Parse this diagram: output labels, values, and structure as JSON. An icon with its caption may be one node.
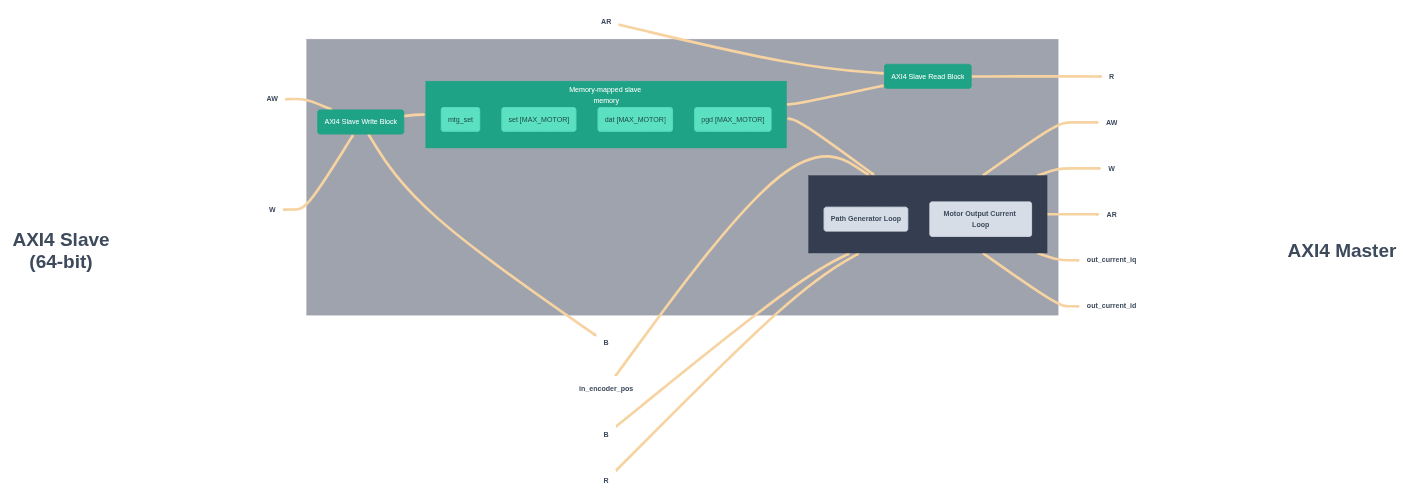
{
  "diagram": {
    "nodes": [
      {
        "text": [],
        "shape": "box"
      },
      {
        "text": [
          "AXI4 Slave Write Block"
        ],
        "in": 0
      },
      {
        "text": [
          "AXI4 Slave Read Block"
        ],
        "in": 0
      },
      {
        "text": [
          "Memory-mapped slave memory"
        ],
        "in": 0
      },
      {
        "text": [
          "mtg_set"
        ],
        "in": 3
      },
      {
        "text": [
          "set [MAX_MOTOR]"
        ],
        "in": 3
      },
      {
        "text": [
          "dat [MAX_MOTOR]"
        ],
        "in": 3
      },
      {
        "text": [
          "pgd [MAX_MOTOR]"
        ],
        "in": 3
      },
      {
        "text": [],
        "shape": "box",
        "in": 0
      },
      {
        "text": [
          "Path Generator Loop"
        ],
        "in": 8
      },
      {
        "text": [
          "Motor Output Current Loop"
        ],
        "in": 8
      },
      {
        "text": [
          "in_encoder_pos"
        ]
      },
      {
        "text": [
          "AW"
        ]
      },
      {
        "text": [
          "W"
        ]
      },
      {
        "text": [
          "B"
        ]
      },
      {
        "text": [
          "AR"
        ]
      },
      {
        "text": [
          "R"
        ]
      },
      {
        "text": [
          "AW"
        ]
      },
      {
        "text": [
          "W"
        ]
      },
      {
        "text": [
          "B"
        ]
      },
      {
        "text": [
          "AR"
        ]
      },
      {
        "text": [
          "R"
        ]
      },
      {
        "text": [
          "out_current_iq"
        ]
      },
      {
        "text": [
          "out_current_id"
        ]
      }
    ],
    "edges": [
      {
        "from": 12,
        "to": 1,
        "arrow": "to"
      },
      {
        "from": 13,
        "to": 1,
        "arrow": "to"
      },
      {
        "from": 1,
        "to": 14,
        "arrow": "to"
      },
      {
        "from": 15,
        "to": 2,
        "arrow": "to"
      },
      {
        "from": 2,
        "to": 16,
        "arrow": "to"
      },
      {
        "from": 1,
        "to": 3,
        "arrow": "to"
      },
      {
        "from": 3,
        "to": 2,
        "arrow": "to"
      },
      {
        "from": 3,
        "to": 8,
        "arrow": "both"
      },
      {
        "from": 11,
        "to": 8,
        "arrow": "to"
      },
      {
        "from": 8,
        "to": 17,
        "arrow": "to"
      },
      {
        "from": 8,
        "to": 18,
        "arrow": "to"
      },
      {
        "from": 19,
        "to": 8,
        "arrow": "to"
      },
      {
        "from": 8,
        "to": 20,
        "arrow": "to"
      },
      {
        "from": 21,
        "to": 8,
        "arrow": "to"
      },
      {
        "from": 8,
        "to": 22,
        "arrow": "to"
      },
      {
        "from": 8,
        "to": 23,
        "arrow": "to"
      }
    ],
    "labels": [
      "AXI4 Slave (64-bit)",
      "AXI4 Master"
    ]
  }
}
